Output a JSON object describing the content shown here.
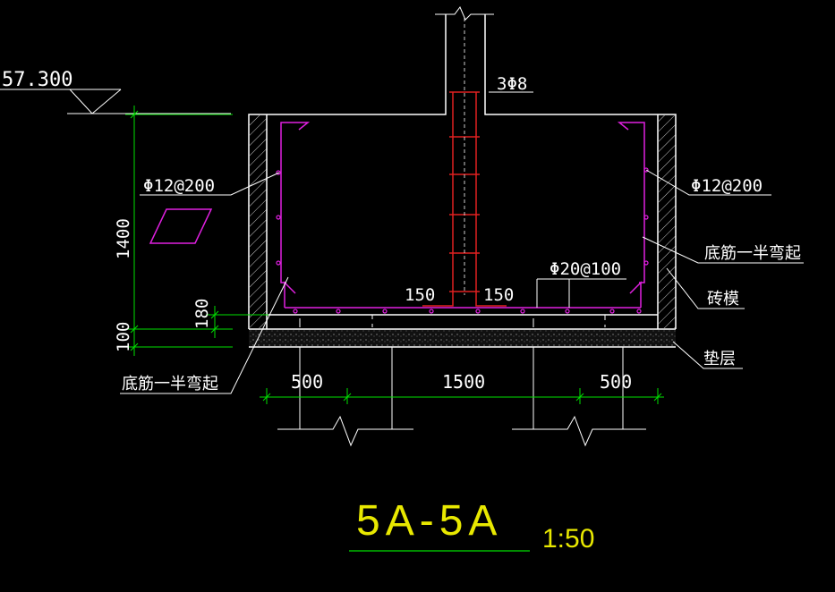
{
  "colors": {
    "background": "#000000",
    "outline": "#ffffff",
    "dimension": "#00e000",
    "rebar_main": "#e020e0",
    "rebar_column": "#e02020",
    "title": "#e8e800"
  },
  "labels": {
    "elevation": "57.300",
    "column_bars": "3Φ8",
    "left_wall_bars": "Φ12@200",
    "right_wall_bars": "Φ12@200",
    "bottom_bars": "Φ20@100",
    "bottom_bend_right": "底筋一半弯起",
    "bottom_bend_left": "底筋一半弯起",
    "brick_form": "砖模",
    "cushion": "垫层"
  },
  "dimensions": {
    "height": "1400",
    "d180": "180",
    "d100": "100",
    "left_150": "150",
    "right_150": "150",
    "span_left": "500",
    "span_mid": "1500",
    "span_right": "500"
  },
  "title": {
    "section": "5A-5A",
    "scale": "1:50"
  }
}
